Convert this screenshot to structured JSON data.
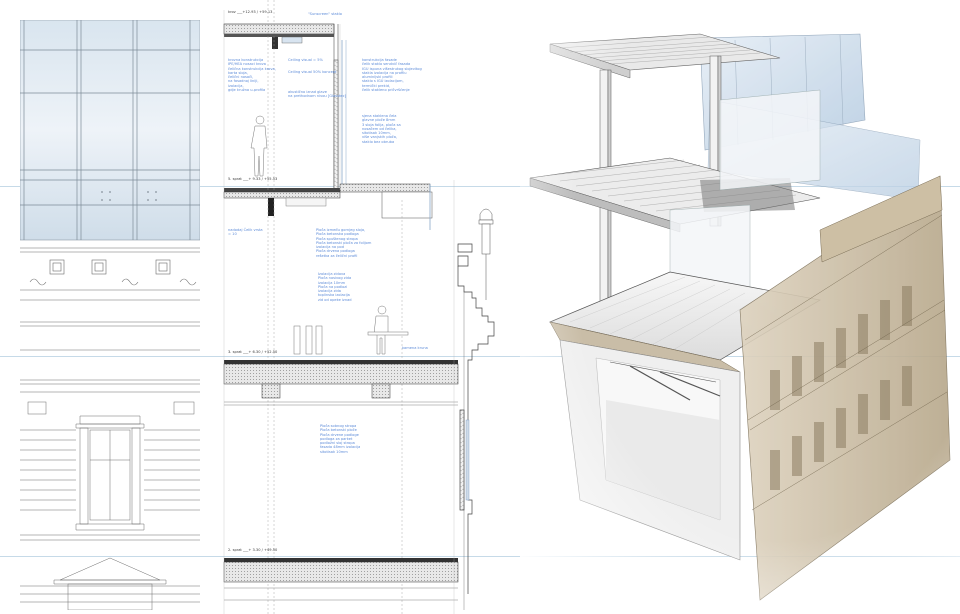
{
  "section": {
    "levels": [
      "krov ___+12.93 / +59.13",
      "5. sprat ___+ 9.33 / +55.53",
      "3. sprat ___+ 6.30 / +52.50",
      "2. sprat ___+ 3.30 / +49.50"
    ],
    "labels": {
      "sunscreen": "\"Sunscreen\" staklo",
      "roof_build": "krovna konstrukcija\nIPE/HEA nosaci krova\nčelična konstrukcija krova,\nkarta sloja,\nčelični nosači,\nna fasadnoj liniji,\nizolacija,\ngdje kružna u-profila",
      "ceiling_upper": "Ceiling visual = 5%",
      "ceiling_hung": "Ceiling visual 50% koncept",
      "acoustic": "akustično iznad glave\nna prethodnom nivou [Glasstec]",
      "glass_facade": "konstrukcija fasade\nčelik staklo sendvič fasada\nIGU ispuna višestrukog slojevitog\nstakla izolacija na profilu\naluminijski profili\nstaklo s IGU izolacijom,\ntermički prekid,\nčelik stakleno pričvršćenje",
      "shade": "sjena staklena čela\nglavne ploče 8mm\n3 sloja folija, ploča sa\nnosačem od čelika,\nsitotisak 10mm,\nviše vanjskih ploča,\nstaklo bez obruba",
      "slab_upper": "Ploča između gornjeg sloja,\nPloča betonska podloga\nPloča spuštenog stropa\nPloča betonski ploča za folijom\nizolacija na pod\nPloča drvena podloga\nrešetka za čelični profil",
      "ceiling_left": "nadodaj Čelik vrsta\n= 10",
      "bench": "Izolacija zidova\nPloča nosivog zida\nizolacija 10mm\nPloča na podlozi\nizolacija zida\ntoplinska izolacija\nzid od opeke iznad",
      "cornice": "kamena kruna",
      "slab_lower": "Ploča sobnog stropa\nPloča betonski ploče\nPloča drvene podloge\npodloga za parket\npodložni sloj stropa\nfasada 48mm izolacija\nsitotisak 10mm"
    }
  },
  "colors": {
    "line": "#555555",
    "note": "#5d8bd8",
    "glass": "#bcd3e6",
    "guide": "#c6dae8",
    "stone": "#c7b79c"
  }
}
